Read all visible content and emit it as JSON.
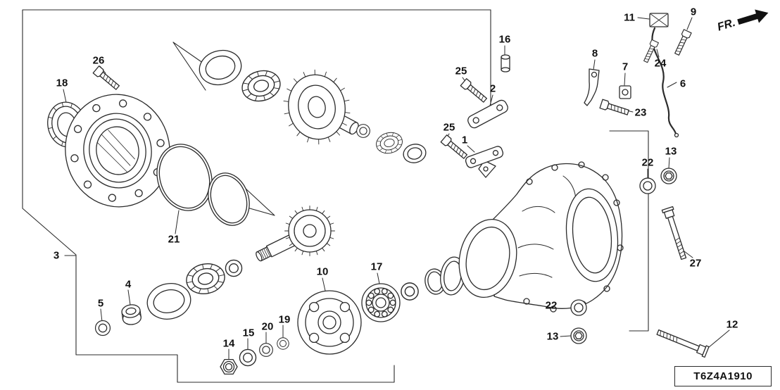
{
  "diagram": {
    "code": "T6Z4A1910",
    "direction_label": "FR."
  },
  "callouts": [
    {
      "label": "26"
    },
    {
      "label": "18"
    },
    {
      "label": "25"
    },
    {
      "label": "2"
    },
    {
      "label": "16"
    },
    {
      "label": "11"
    },
    {
      "label": "9"
    },
    {
      "label": "8"
    },
    {
      "label": "7"
    },
    {
      "label": "24"
    },
    {
      "label": "6"
    },
    {
      "label": "23"
    },
    {
      "label": "25"
    },
    {
      "label": "1"
    },
    {
      "label": "22"
    },
    {
      "label": "13"
    },
    {
      "label": "27"
    },
    {
      "label": "3"
    },
    {
      "label": "21"
    },
    {
      "label": "4"
    },
    {
      "label": "5"
    },
    {
      "label": "10"
    },
    {
      "label": "17"
    },
    {
      "label": "22"
    },
    {
      "label": "13"
    },
    {
      "label": "14"
    },
    {
      "label": "15"
    },
    {
      "label": "20"
    },
    {
      "label": "19"
    },
    {
      "label": "12"
    }
  ]
}
